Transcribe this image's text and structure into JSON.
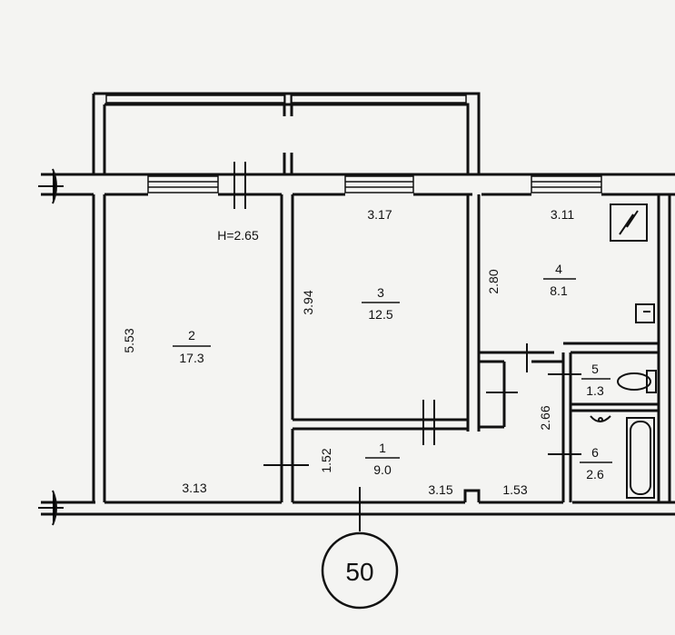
{
  "plan": {
    "height_note": "H=2.65",
    "marker": "50",
    "rooms": [
      {
        "number": "1",
        "area": "9.0"
      },
      {
        "number": "2",
        "area": "17.3"
      },
      {
        "number": "3",
        "area": "12.5"
      },
      {
        "number": "4",
        "area": "8.1"
      },
      {
        "number": "5",
        "area": "1.3"
      },
      {
        "number": "6",
        "area": "2.6"
      }
    ],
    "dimensions": {
      "r2_width": "3.13",
      "r2_length": "5.53",
      "r3_width": "3.17",
      "r3_length": "3.94",
      "r4_width": "3.11",
      "r4_length": "2.80",
      "r1_height": "1.52",
      "hall_w1": "3.15",
      "hall_w2": "1.53",
      "bath_len": "2.66"
    }
  },
  "colors": {
    "ink": "#111111",
    "paper": "#f4f4f2"
  }
}
